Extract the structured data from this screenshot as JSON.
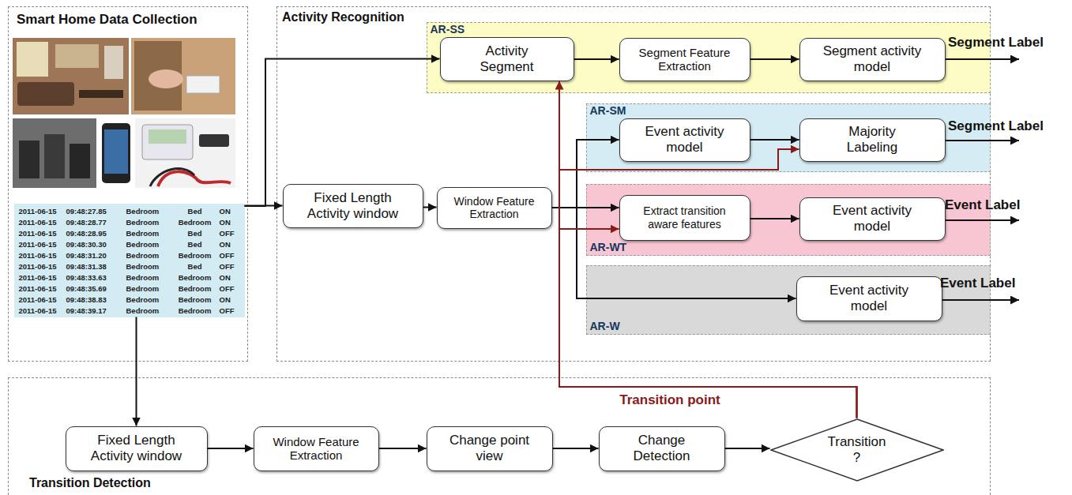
{
  "diagram": {
    "nodes": [
      {
        "text": [
          "Smart Home Data Collection"
        ]
      },
      {
        "text": [
          "2011-06-15",
          "09:48:27.85",
          "Bedroom",
          "Bed",
          "ON",
          "2011-06-15",
          "09:48:28.77",
          "Bedroom",
          "Bedroom",
          "ON",
          "2011-06-15",
          "09:48:28.95",
          "Bedroom",
          "Bed",
          "OFF",
          "2011-06-15",
          "09:48:30.30",
          "Bedroom",
          "Bed",
          "ON",
          "2011-06-15",
          "09:48:31.20",
          "Bedroom",
          "Bedroom",
          "OFF",
          "2011-06-15",
          "09:48:31.38",
          "Bedroom",
          "Bed",
          "OFF",
          "2011-06-15",
          "09:48:33.63",
          "Bedroom",
          "Bedroom",
          "ON",
          "2011-06-15",
          "09:48:35.69",
          "Bedroom",
          "Bedroom",
          "OFF",
          "2011-06-15",
          "09:48:38.83",
          "Bedroom",
          "Bedroom",
          "ON",
          "2011-06-15",
          "09:48:39.17",
          "Bedroom",
          "Bedroom",
          "OFF"
        ],
        "in": 0
      },
      {
        "text": [
          "Activity Recognition"
        ]
      },
      {
        "text": [
          "AR-SS"
        ],
        "in": 2
      },
      {
        "text": [
          "Activity Segment"
        ],
        "in": 3
      },
      {
        "text": [
          "Segment Feature Extraction"
        ],
        "in": 3
      },
      {
        "text": [
          "Segment activity model"
        ],
        "in": 3
      },
      {
        "text": [
          "AR-SM"
        ],
        "in": 2
      },
      {
        "text": [
          "Event activity model"
        ],
        "in": 7
      },
      {
        "text": [
          "Majority Labeling"
        ],
        "in": 7
      },
      {
        "text": [
          "Fixed Length Activity window"
        ],
        "in": 2
      },
      {
        "text": [
          "Window Feature Extraction"
        ],
        "in": 2
      },
      {
        "text": [
          "AR-WT"
        ],
        "in": 2
      },
      {
        "text": [
          "Extract transition aware features"
        ],
        "in": 12
      },
      {
        "text": [
          "Event activity model"
        ],
        "in": 12
      },
      {
        "text": [
          "AR-W"
        ],
        "in": 2
      },
      {
        "text": [
          "Event activity model"
        ],
        "in": 15
      },
      {
        "text": [
          "Transition Detection"
        ]
      },
      {
        "text": [
          "Fixed Length Activity window"
        ],
        "in": 17
      },
      {
        "text": [
          "Window Feature Extraction"
        ],
        "in": 17
      },
      {
        "text": [
          "Change point view"
        ],
        "in": 17
      },
      {
        "text": [
          "Change Detection"
        ],
        "in": 17
      },
      {
        "text": [
          "Transition ?"
        ],
        "in": 17
      }
    ],
    "edges": [
      {
        "from": 1,
        "to": 10,
        "arrow": "to"
      },
      {
        "from": 1,
        "to": 4,
        "arrow": "to"
      },
      {
        "from": 1,
        "to": 18,
        "arrow": "to"
      },
      {
        "from": 10,
        "to": 11,
        "arrow": "to"
      },
      {
        "from": 11,
        "to": 8,
        "arrow": "to"
      },
      {
        "from": 11,
        "to": 13,
        "arrow": "to"
      },
      {
        "from": 11,
        "to": 16,
        "arrow": "to"
      },
      {
        "from": 4,
        "to": 5,
        "arrow": "to"
      },
      {
        "from": 5,
        "to": 6,
        "arrow": "to"
      },
      {
        "from": 8,
        "to": 9,
        "arrow": "to"
      },
      {
        "from": 13,
        "to": 14,
        "arrow": "to"
      },
      {
        "from": 18,
        "to": 19,
        "arrow": "to"
      },
      {
        "from": 19,
        "to": 20,
        "arrow": "to"
      },
      {
        "from": 20,
        "to": 21,
        "arrow": "to"
      },
      {
        "from": 21,
        "to": 22,
        "arrow": "to"
      },
      {
        "from": 22,
        "to": 4,
        "label": "Transition point",
        "arrow": "to"
      },
      {
        "from": 22,
        "to": 9,
        "arrow": "to"
      },
      {
        "from": 22,
        "to": 13,
        "arrow": "to"
      }
    ],
    "labels": [
      "Segment Label",
      "Segment Label",
      "Event Label",
      "Event Label"
    ]
  }
}
